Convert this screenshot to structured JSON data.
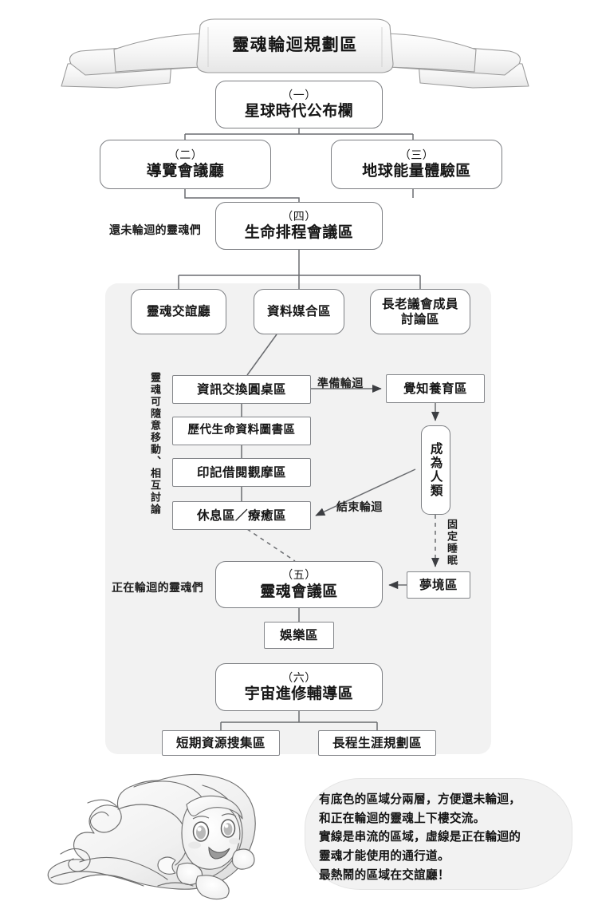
{
  "banner": {
    "title": "靈魂輪迴規劃區"
  },
  "nodes": {
    "n1": {
      "idx": "（一）",
      "name": "星球時代公布欄"
    },
    "n2": {
      "idx": "（二）",
      "name": "導覽會議廳"
    },
    "n3": {
      "idx": "（三）",
      "name": "地球能量體驗區"
    },
    "n4": {
      "idx": "（四）",
      "name": "生命排程會議區"
    },
    "n5": {
      "idx": "（五）",
      "name": "靈魂會議區"
    },
    "n6": {
      "idx": "（六）",
      "name": "宇宙進修輔導區"
    },
    "social_hall": {
      "name": "靈魂交誼廳"
    },
    "data_match": {
      "name": "資料媒合區"
    },
    "elder_council": {
      "name": "長老議會成員\n討論區"
    },
    "roundtable": {
      "name": "資訊交換圓桌區"
    },
    "library": {
      "name": "歷代生命資料圖書區"
    },
    "imprint": {
      "name": "印記借閱觀摩區"
    },
    "rest_heal": {
      "name": "休息區／療癒區"
    },
    "awareness": {
      "name": "覺知養育區"
    },
    "become_human": {
      "name": "成為人類"
    },
    "dream": {
      "name": "夢境區"
    },
    "entertainment": {
      "name": "娛樂區"
    },
    "short_term": {
      "name": "短期資源搜集區"
    },
    "long_term": {
      "name": "長程生涯規劃區"
    }
  },
  "labels": {
    "not_yet_reincarnated": "還未輪迴的靈魂們",
    "currently_reincarnating": "正在輪迴的靈魂們",
    "free_movement": "靈魂可隨意移動、相互討論",
    "prepare_reincarnation": "準備輪迴",
    "end_reincarnation": "結束輪迴",
    "fixed_sleep": "固定睡眠"
  },
  "bubble": {
    "text": "有底色的區域分兩層，方便還未輪迴，\n和正在輪迴的靈魂上下樓交流。\n實線是串流的區域，虛線是正在輪迴的\n靈魂才能使用的通行道。\n最熱鬧的區域在交誼廳！"
  },
  "colors": {
    "shaded_background": "#f2f2f2",
    "box_border": "#7d7f83",
    "line": "#5a5c60",
    "text": "#161616"
  }
}
